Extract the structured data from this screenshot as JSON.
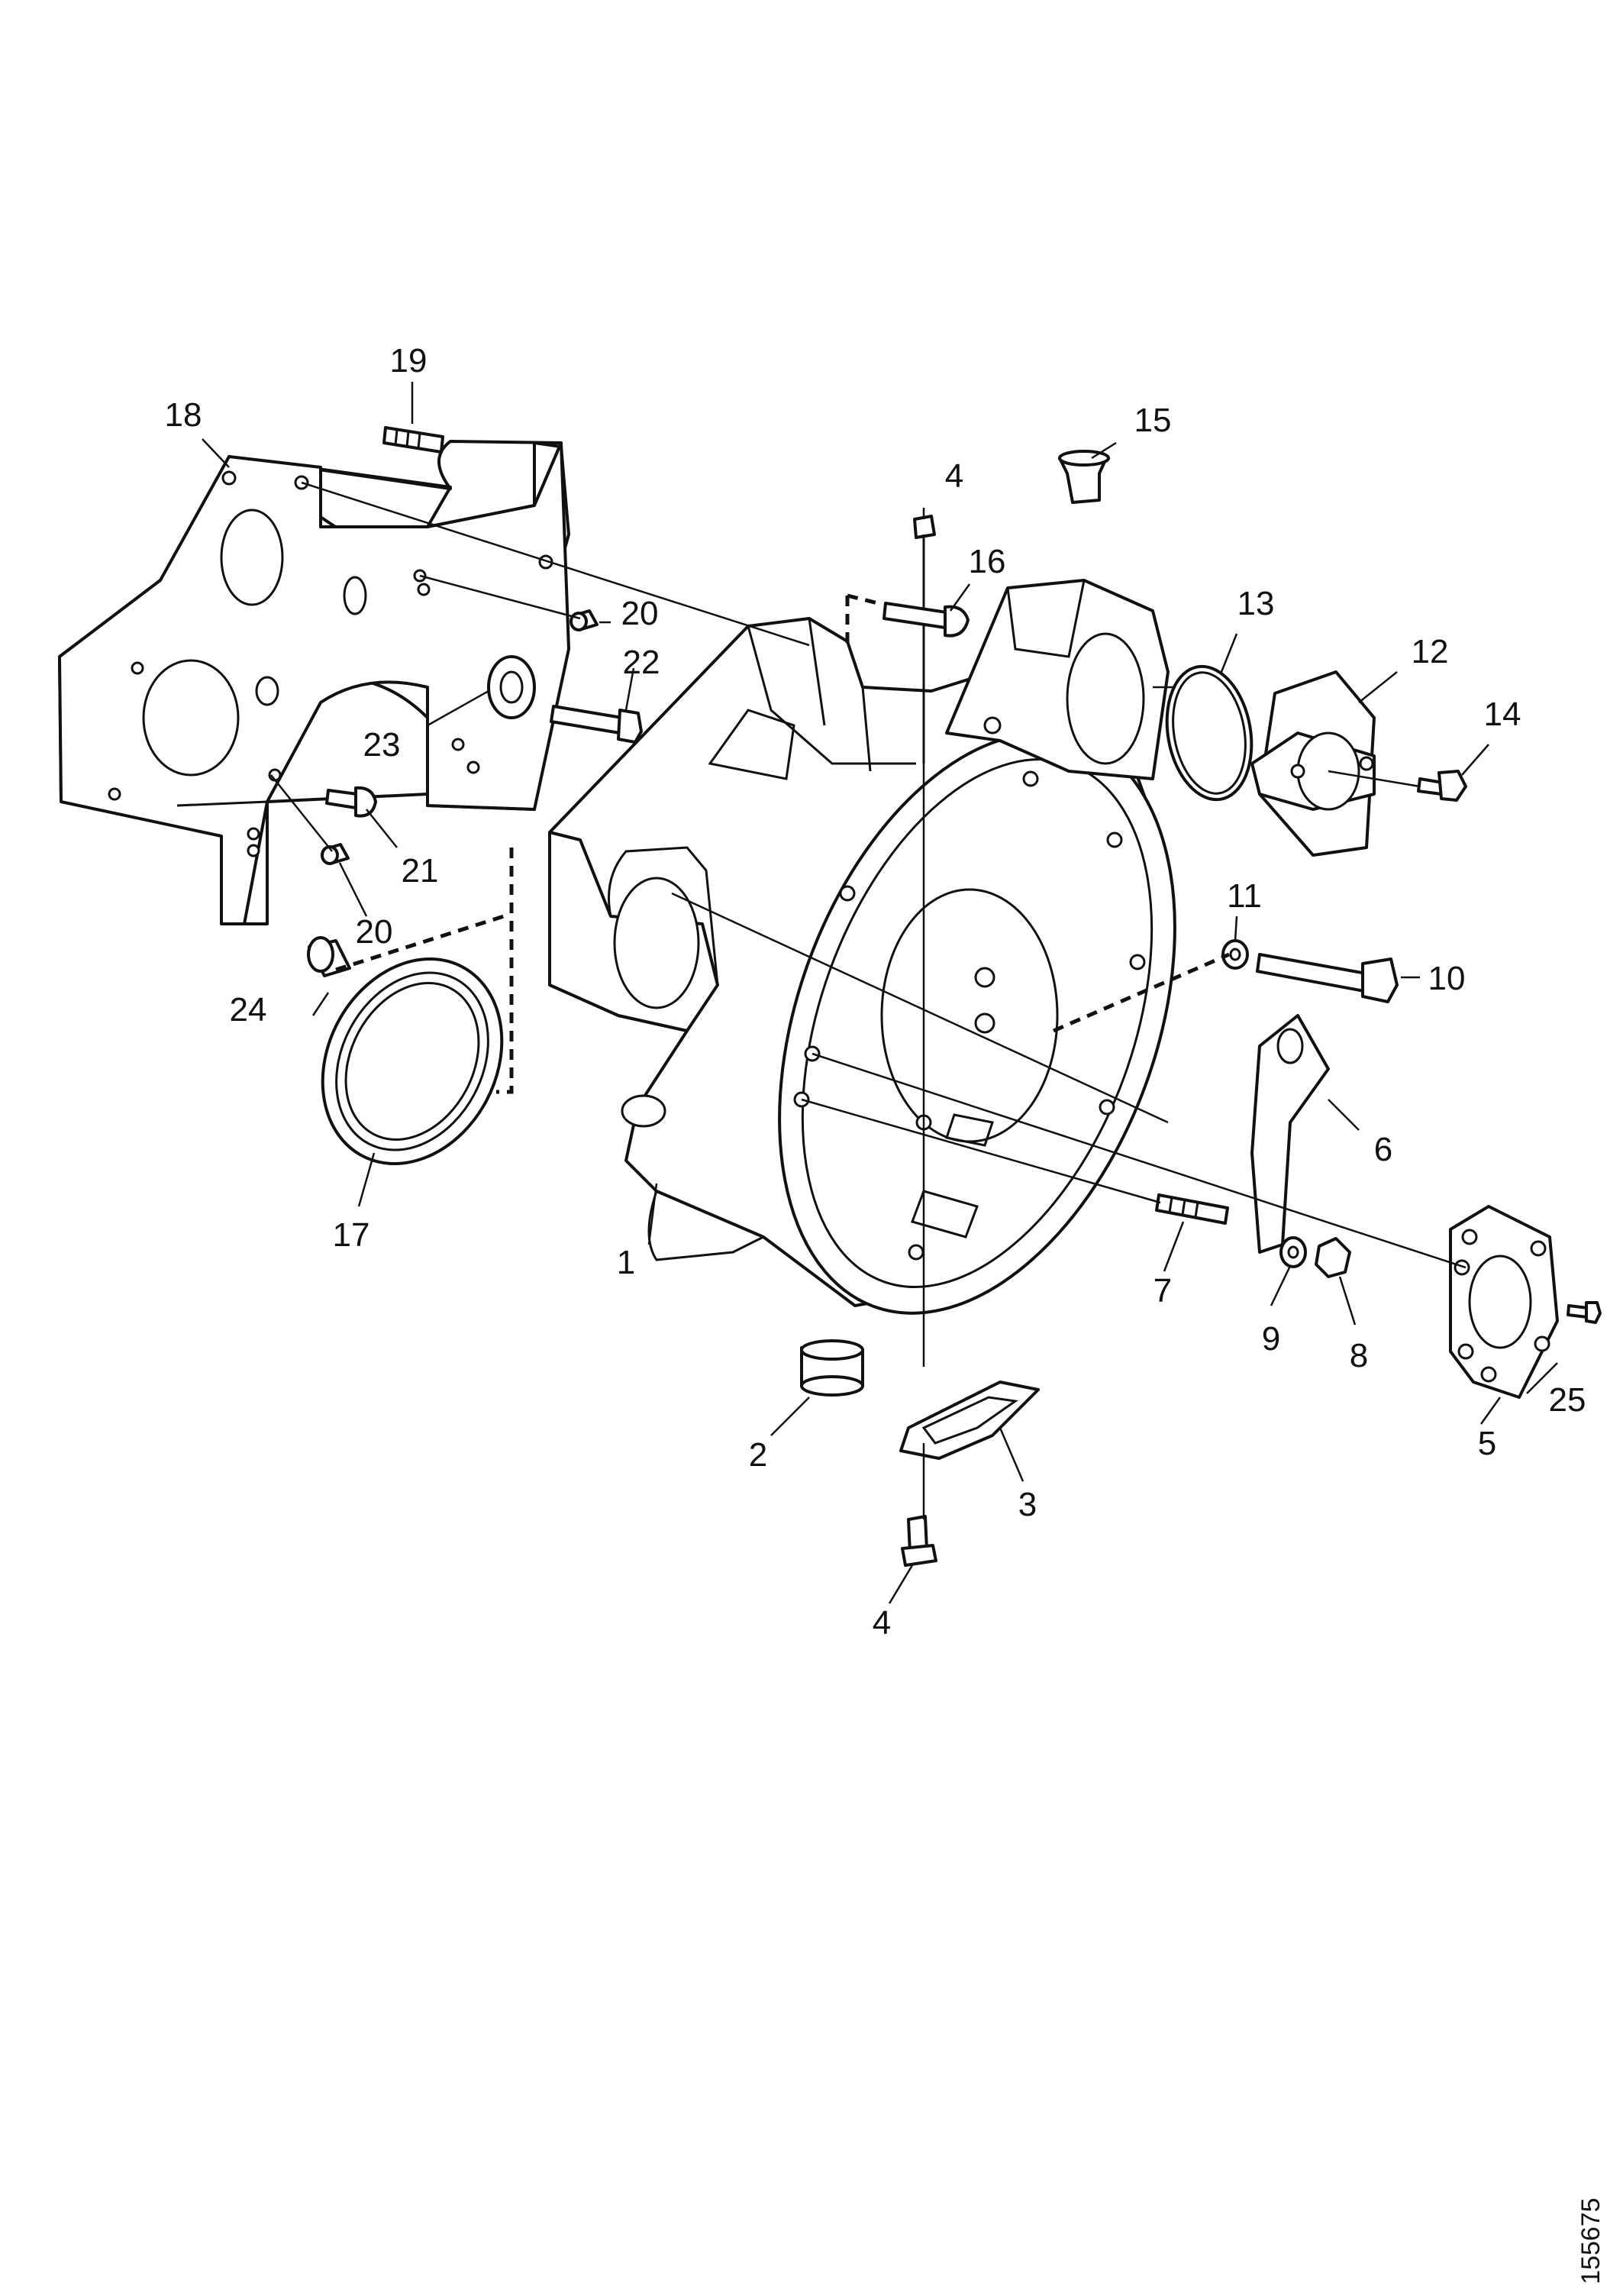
{
  "figure_number": "155675",
  "callouts": [
    {
      "id": "c1",
      "label": "1"
    },
    {
      "id": "c2",
      "label": "2"
    },
    {
      "id": "c3",
      "label": "3"
    },
    {
      "id": "c4a",
      "label": "4"
    },
    {
      "id": "c4b",
      "label": "4"
    },
    {
      "id": "c5",
      "label": "5"
    },
    {
      "id": "c6",
      "label": "6"
    },
    {
      "id": "c7",
      "label": "7"
    },
    {
      "id": "c8",
      "label": "8"
    },
    {
      "id": "c9",
      "label": "9"
    },
    {
      "id": "c10",
      "label": "10"
    },
    {
      "id": "c11",
      "label": "11"
    },
    {
      "id": "c12",
      "label": "12"
    },
    {
      "id": "c13",
      "label": "13"
    },
    {
      "id": "c14",
      "label": "14"
    },
    {
      "id": "c15",
      "label": "15"
    },
    {
      "id": "c16",
      "label": "16"
    },
    {
      "id": "c17",
      "label": "17"
    },
    {
      "id": "c18",
      "label": "18"
    },
    {
      "id": "c19",
      "label": "19"
    },
    {
      "id": "c20a",
      "label": "20"
    },
    {
      "id": "c20b",
      "label": "20"
    },
    {
      "id": "c21",
      "label": "21"
    },
    {
      "id": "c22",
      "label": "22"
    },
    {
      "id": "c23",
      "label": "23"
    },
    {
      "id": "c24",
      "label": "24"
    },
    {
      "id": "c25",
      "label": "25"
    }
  ]
}
